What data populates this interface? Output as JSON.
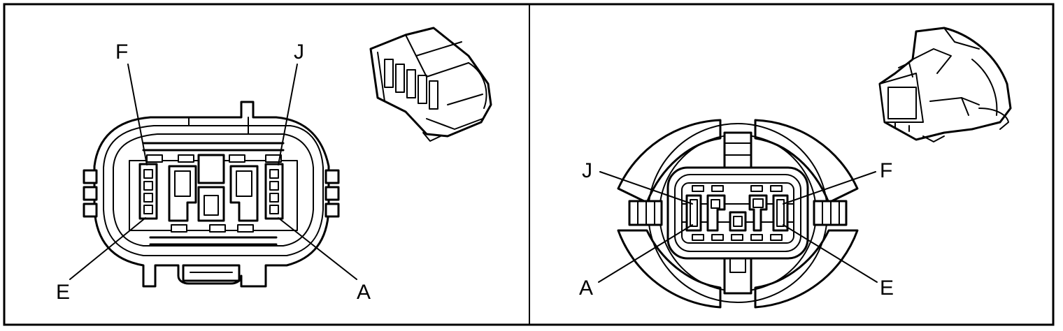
{
  "left_view": {
    "labels": {
      "top_left": "F",
      "top_right": "J",
      "bottom_left": "E",
      "bottom_right": "A"
    }
  },
  "right_view": {
    "labels": {
      "top_left": "J",
      "top_right": "F",
      "bottom_left": "A",
      "bottom_right": "E"
    }
  }
}
